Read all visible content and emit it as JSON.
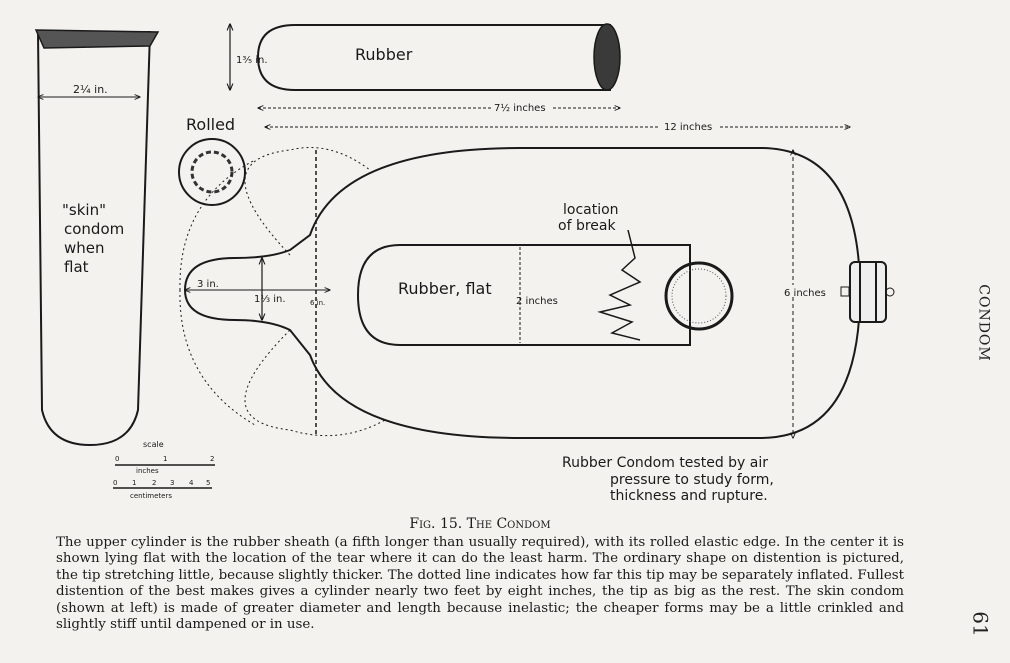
{
  "figure": {
    "labels": {
      "rubber": "Rubber",
      "rubber_height": "1⅗ in.",
      "length_rubber": "7½ inches",
      "length_full": "12 inches",
      "rolled": "Rolled",
      "skin_width": "2¼ in.",
      "skin_l1": "\"skin\"",
      "skin_l2": "condom",
      "skin_l3": "when",
      "skin_l4": "flat",
      "location_l1": "location",
      "location_l2": "of break",
      "rubber_flat": "Rubber, flat",
      "two_inches": "2 inches",
      "six_inches": "6 inches",
      "tip_len": "3 in.",
      "tip_width": "1⅓ in.",
      "tip_small": "6 in.",
      "note_l1": "Rubber Condom tested by air",
      "note_l2": "pressure to study form,",
      "note_l3": "thickness and rupture."
    },
    "scale": {
      "title": "scale",
      "inch_ticks": [
        "0",
        "1",
        "2"
      ],
      "inch_label": "inches",
      "cm_ticks": [
        "0",
        "1",
        "2",
        "3",
        "4",
        "5"
      ],
      "cm_label": "centimeters"
    }
  },
  "caption": {
    "title": "Fig. 15. The Condom",
    "text": "The upper cylinder is the rubber sheath (a fifth longer than usually required), with its rolled elastic edge. In the center it is shown lying flat with the location of the tear where it can do the least harm. The ordinary shape on distention is pictured, the tip stretching little, because slightly thicker. The dotted line indicates how far this tip may be separately inflated. Fullest distention of the best makes gives a cylinder nearly two feet by eight inches, the tip as big as the rest. The skin condom (shown at left) is made of greater diameter and length because inelastic; the cheaper forms may be a little crinkled and slightly stiff until dampened or in use."
  },
  "running_head": "CONDOM",
  "page_number": "61"
}
